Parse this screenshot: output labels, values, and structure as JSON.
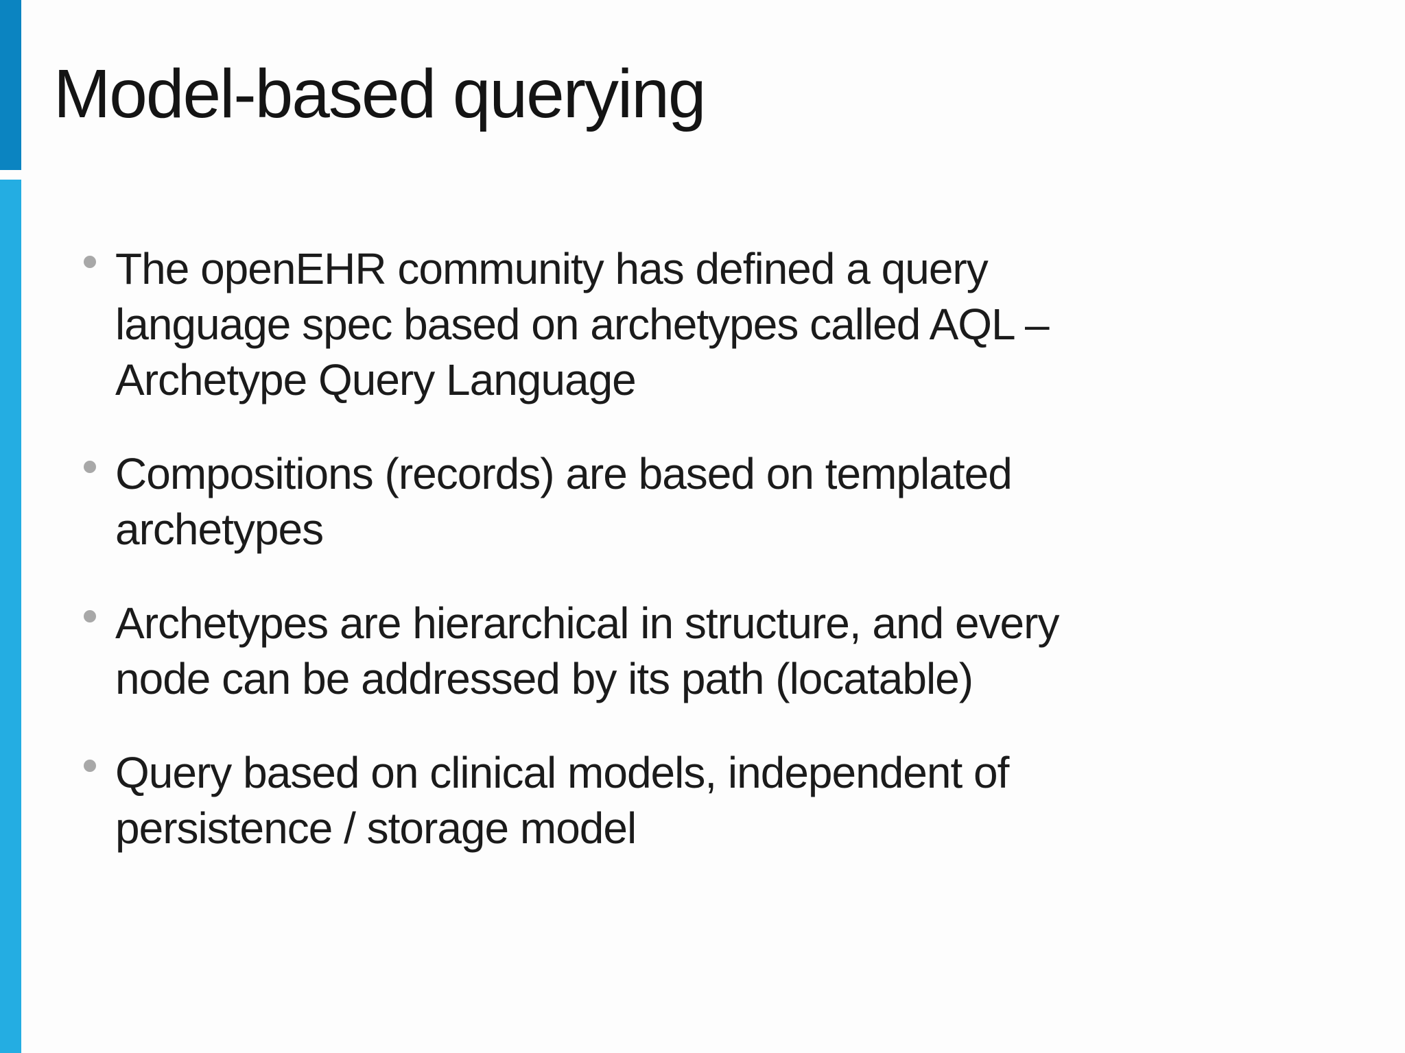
{
  "slide": {
    "title": "Model-based querying",
    "bullets": [
      {
        "lines": [
          "The openEHR community has defined a query",
          "language spec based on archetypes called AQL –",
          "Archetype Query Language"
        ]
      },
      {
        "lines": [
          "Compositions (records) are based on templated",
          "archetypes"
        ]
      },
      {
        "lines": [
          "Archetypes are hierarchical in structure, and every",
          "node can be addressed by its path (locatable)"
        ]
      },
      {
        "lines": [
          "Query based on clinical models, independent of",
          "persistence / storage model"
        ]
      }
    ],
    "colors": {
      "accent_dark": "#0b84c1",
      "accent_light": "#24ade2",
      "bullet_dot": "#a8a8a8",
      "title_text": "#141414",
      "body_text": "#1b1b1b",
      "background": "#fdfdfd"
    }
  }
}
